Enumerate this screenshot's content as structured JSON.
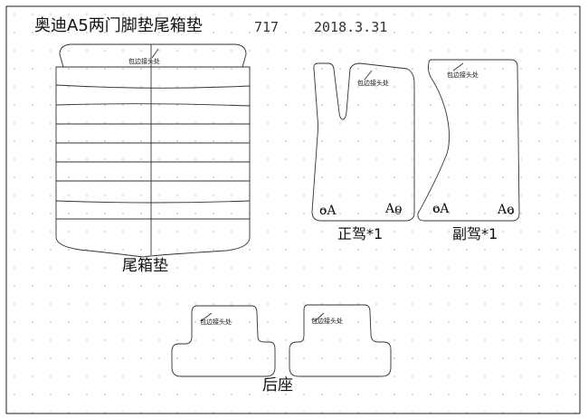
{
  "header": {
    "title": "奥迪A5两门脚垫尾箱垫",
    "code": "717",
    "date": "2018.3.31"
  },
  "trunk_mat": {
    "caption": "尾箱垫",
    "seam_note": "包边接头处"
  },
  "driver_mat": {
    "caption": "正驾*1",
    "seam_note": "包边接头处",
    "mark_left": "oA",
    "mark_right": "Ao"
  },
  "passenger_mat": {
    "caption": "副驾*1",
    "seam_note": "包边接头处",
    "mark_left": "oA",
    "mark_right": "Ao"
  },
  "rear_seat": {
    "caption": "后座",
    "left_seam_note": "包边接头处",
    "right_seam_note": "包边接头处"
  },
  "colors": {
    "line": "#222222",
    "grid_dot": "#bfbfbf",
    "background": "#ffffff"
  }
}
